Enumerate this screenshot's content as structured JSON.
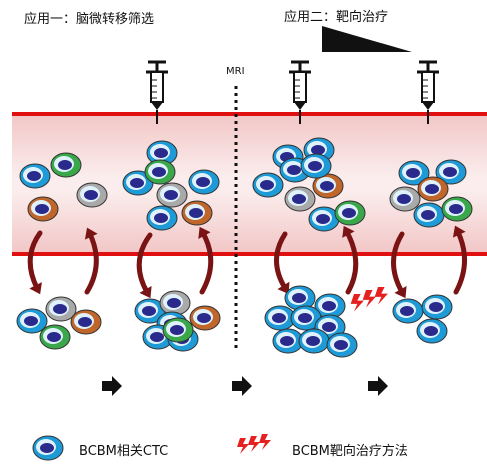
{
  "title_application_1": "应用一：脑微转移筛选",
  "title_application_2": "应用二：靶向治疗",
  "mri_label": "MRI",
  "legend": {
    "ctc_label": "BCBM相关CTC",
    "therapy_label": "BCBM靶向治疗方法"
  },
  "colors": {
    "vessel_border": "#e01010",
    "cell_blue": "#1e9ad6",
    "cell_green": "#3aa84a",
    "cell_gray": "#a9a9a9",
    "cell_orange": "#c0662a",
    "nucleus": "#2a2a8c",
    "arrow_dark_red": "#7a1414",
    "bolt_red": "#e42020"
  }
}
